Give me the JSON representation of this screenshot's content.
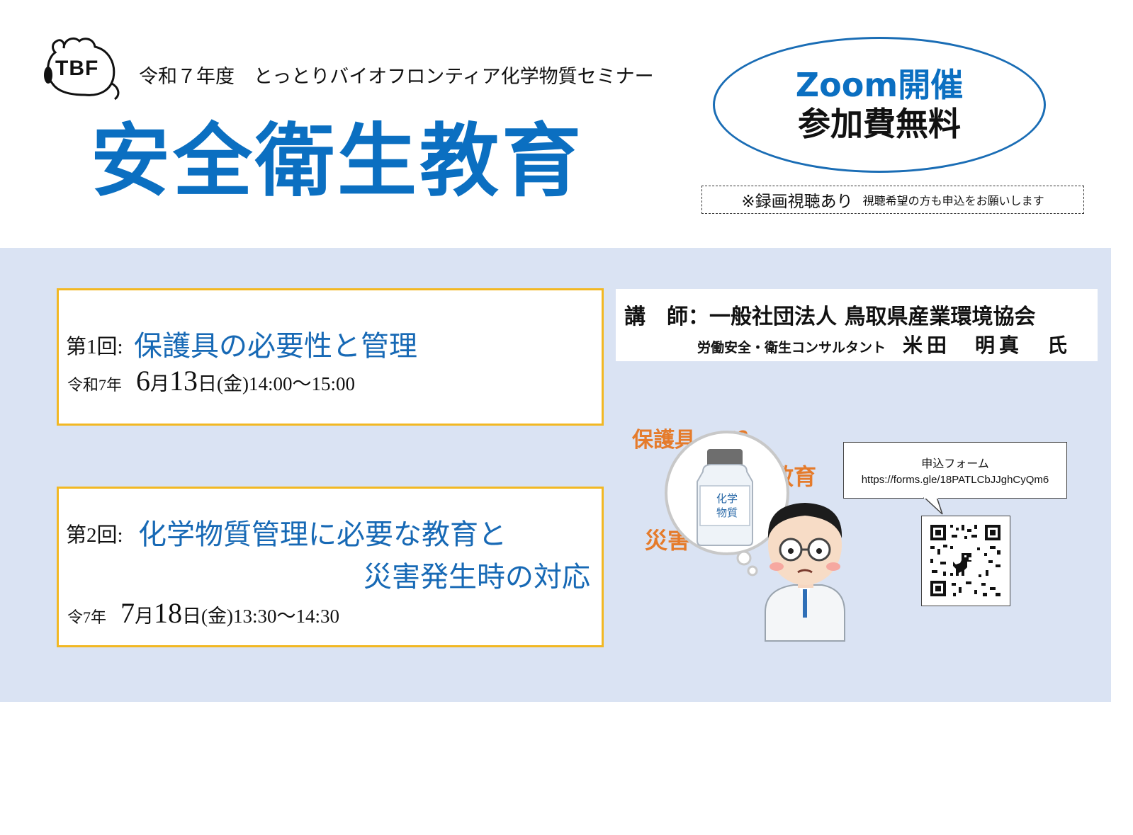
{
  "header": {
    "logo_text": "TBF",
    "series_title": "令和７年度　とっとりバイオフロンティア化学物質セミナー",
    "main_title": "安全衛生教育"
  },
  "badge": {
    "line1": "Zoom開催",
    "line2": "参加費無料"
  },
  "recording": {
    "main": "※録画視聴あり",
    "sub": "視聴希望の方も申込をお願いします"
  },
  "sessions": [
    {
      "label": "第1回:",
      "topic_lines": [
        "保護具の必要性と管理"
      ],
      "era": "令和7年",
      "month": "6",
      "month_unit": "月",
      "day": "13",
      "day_unit": "日",
      "weekday_time": "(金)14:00～15:00"
    },
    {
      "label": "第2回:",
      "topic_lines": [
        "化学物質管理に必要な教育と",
        "災害発生時の対応"
      ],
      "era": "令7年",
      "month": "7",
      "month_unit": "月",
      "day": "18",
      "day_unit": "日",
      "weekday_time": "(金)13:30～14:30"
    }
  ],
  "lecturer": {
    "line1": "講　師：一般社団法人 鳥取県産業環境協会",
    "title": "労働安全・衛生コンサルタント",
    "name": "米田　明真　氏"
  },
  "illustration": {
    "question": "保護具って？",
    "word_right": "教育",
    "word_left": "災害",
    "bottle_line1": "化学",
    "bottle_line2": "物質"
  },
  "form": {
    "label": "申込フォーム",
    "url": "https://forms.gle/18PATLCbJJghCyQm6"
  },
  "colors": {
    "title_blue": "#0b6fc1",
    "band": "#dae3f3",
    "session_border": "#f2b823",
    "accent_orange": "#e57b2b"
  }
}
